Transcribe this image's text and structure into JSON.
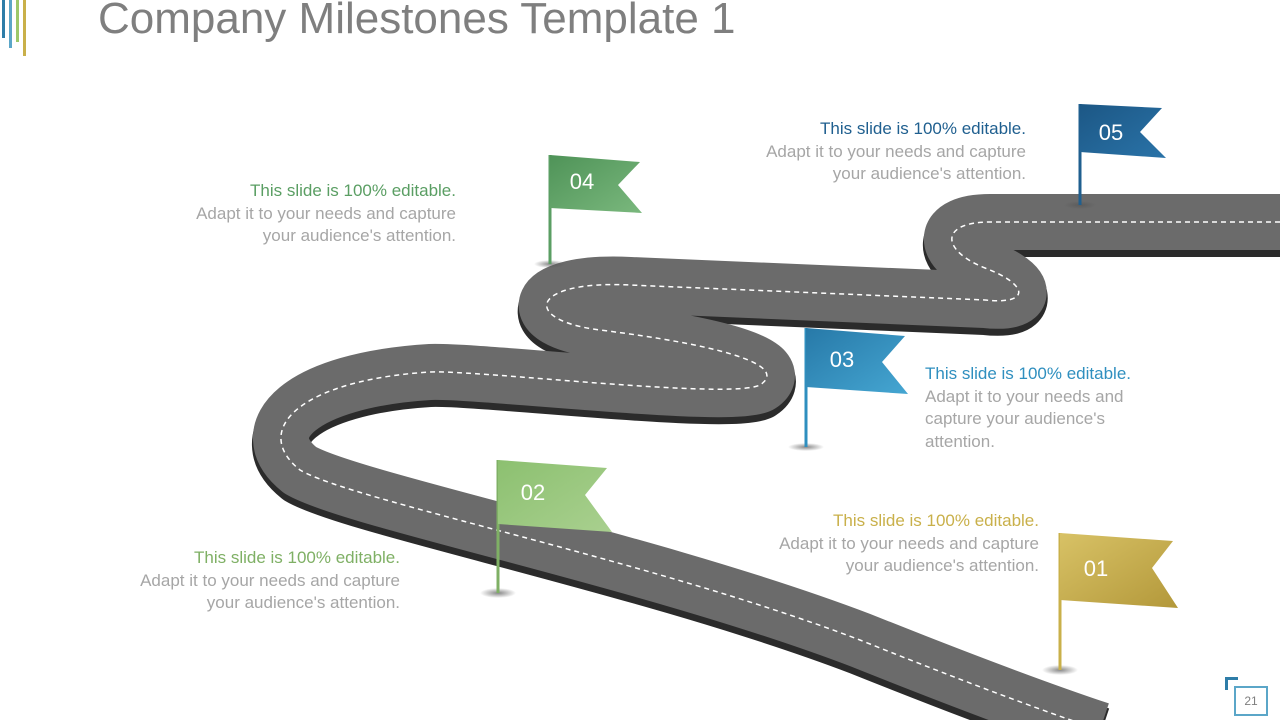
{
  "slide": {
    "title": "Company Milestones Template 1",
    "page_number": "21"
  },
  "milestones": [
    {
      "number": "01",
      "headline": "This slide is 100% editable.",
      "body": "Adapt it to your needs and capture your audience's attention.",
      "color": "#c9b04a"
    },
    {
      "number": "02",
      "headline": "This slide is 100% editable.",
      "body": "Adapt it to your needs and capture your audience's attention.",
      "color": "#7fb065"
    },
    {
      "number": "03",
      "headline": "This slide is 100% editable.",
      "body": "Adapt it to your needs and capture your audience's attention.",
      "color": "#2f8fbf"
    },
    {
      "number": "04",
      "headline": "This slide is 100% editable.",
      "body": "Adapt it to your needs and capture your audience's attention.",
      "color": "#5a9e63"
    },
    {
      "number": "05",
      "headline": "This slide is 100% editable.",
      "body": "Adapt it to your needs and capture your audience's attention.",
      "color": "#1f5f8f"
    }
  ],
  "colors": {
    "road": "#6b6b6b",
    "road_edge": "#2b2b2b",
    "title": "#7f7f7f",
    "body_text": "#a6a6a6"
  }
}
